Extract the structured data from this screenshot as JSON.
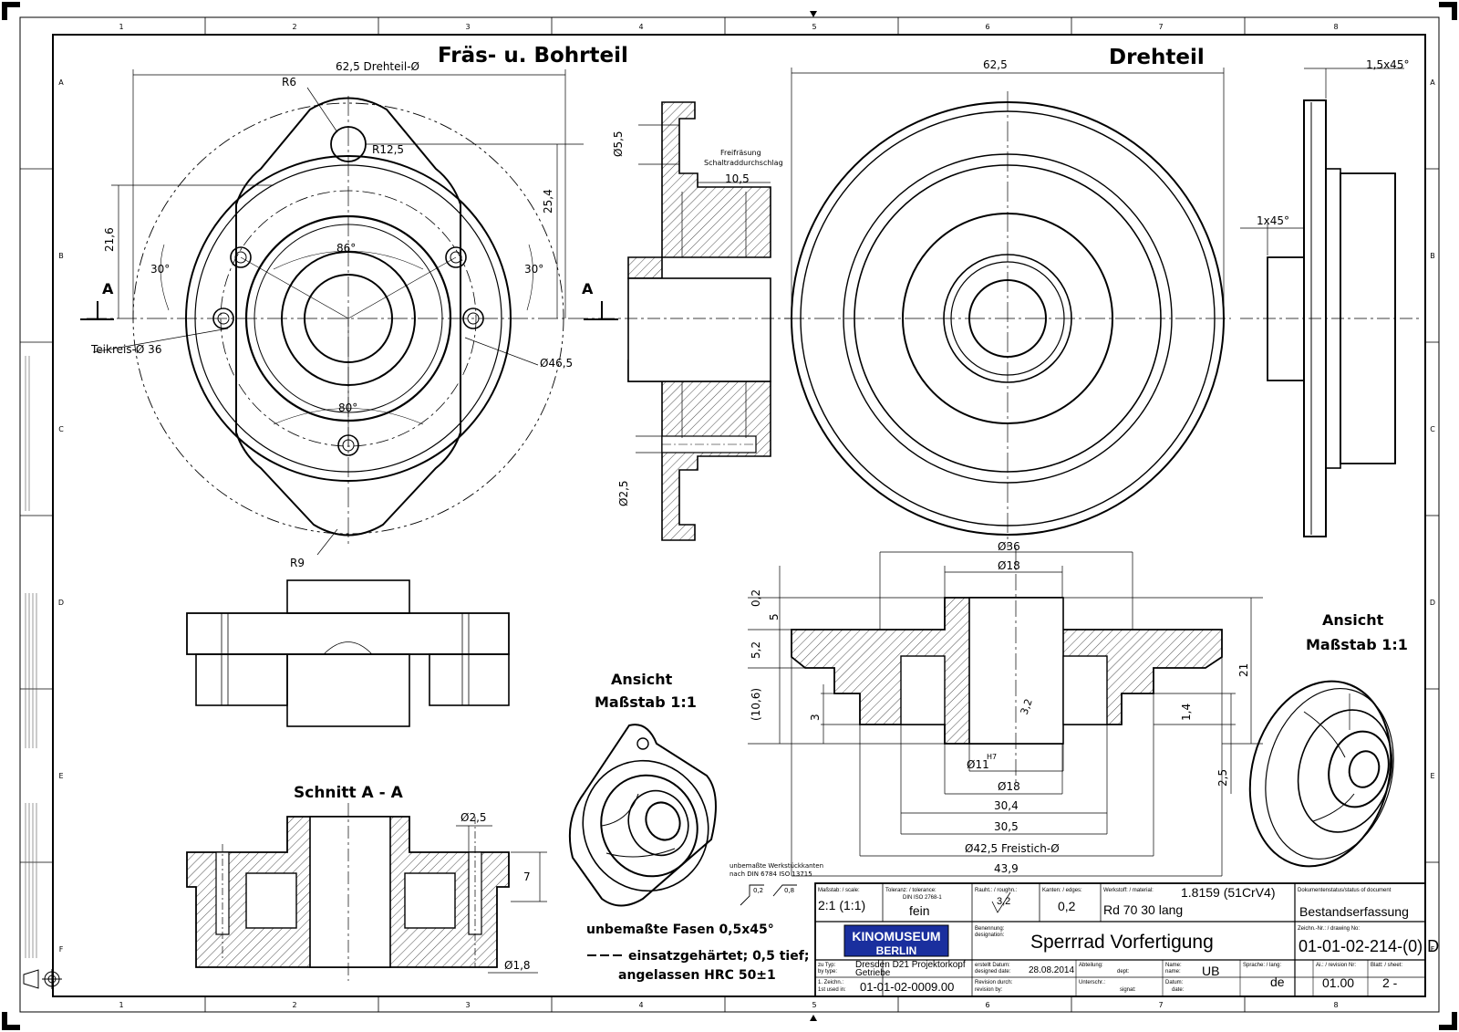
{
  "frame": {
    "col_marks": [
      "1",
      "2",
      "3",
      "4",
      "5",
      "6",
      "7",
      "8"
    ],
    "row_marks": [
      "A",
      "B",
      "C",
      "D",
      "E",
      "F"
    ]
  },
  "views": {
    "fraes_title": "Fräs- u. Bohrteil",
    "dreh_title": "Drehteil",
    "schnitt_title": "Schnitt A - A",
    "ansicht1": [
      "Ansicht",
      "Maßstab 1:1"
    ],
    "ansicht2": [
      "Ansicht",
      "Maßstab 1:1"
    ],
    "section_marker": "A",
    "freifraesung": [
      "Freifräsung",
      "Schaltraddurchschlag"
    ]
  },
  "dims": {
    "d62_5_drehteil": "62,5 Drehteil-Ø",
    "r6": "R6",
    "r12_5": "R12,5",
    "r9": "R9",
    "d21_6": "21,6",
    "d25_4": "25,4",
    "a30_left": "30°",
    "a30_right": "30°",
    "a86": "86°",
    "a80": "80°",
    "teilkreis": "Teikreis-Ø 36",
    "d46_5": "Ø46,5",
    "d5_5": "Ø5,5",
    "d10_5": "10,5",
    "d2_5_side": "Ø2,5",
    "d62_5": "62,5",
    "c1_5": "1,5x45°",
    "c1": "1x45°",
    "d36": "Ø36",
    "d18_top": "Ø18",
    "d0_2": "0,2",
    "d5": "5",
    "d5_2": "5,2",
    "d10_6": "(10,6)",
    "d3": "3",
    "d11": "Ø11",
    "h7": "H7",
    "d18_bot": "Ø18",
    "d30_4": "30,4",
    "d30_5": "30,5",
    "d42_5": "Ø42,5 Freistich-Ø",
    "d43_9": "43,9",
    "d21": "21",
    "d1_4": "1,4",
    "d2_5": "2,5",
    "rough": "3,2",
    "d2_5_sec": "Ø2,5",
    "d7": "7",
    "d1_8": "Ø1,8"
  },
  "notes": {
    "edges_note": [
      "unbemaßte Werkstückkanten",
      "nach DIN 6784  ISO 13715"
    ],
    "edge_val1": "0,2",
    "edge_val2": "0,8",
    "fasen": "unbemaßte Fasen 0,5x45°",
    "hardened": "einsatzgehärtet; 0,5 tief;",
    "tempered": "angelassen HRC 50±1"
  },
  "title_block": {
    "massstab_label": "Maßstab: / scale:",
    "massstab": "2:1 (1:1)",
    "toleranz_label": "Toleranz: / tolerance:",
    "toleranz_norm": "DIN ISO 2768-1",
    "toleranz": "fein",
    "rauht_label": "Rauht.: / roughn.:",
    "rauht": "3,2",
    "kanten_label": "Kanten: / edges:",
    "kanten": "0,2",
    "werkstoff_label": "Werkstoff: / material:",
    "werkstoff": "1.8159 (51CrV4)",
    "werkstoff2": "Rd 70 30 lang",
    "status_label": "Dokumentenstatus/status of document",
    "status": "Bestandserfassung",
    "logo_top": "KINOMUSEUM",
    "logo_bottom": "BERLIN",
    "benennung_label": [
      "Benennung:",
      "designation:"
    ],
    "benennung": "Sperrrad Vorfertigung",
    "zeichnr_label": "Zeichn.-Nr.: / drawing No:",
    "zeichnr": "01-01-02-214-(0) D",
    "zutyp_label": [
      "zu Typ:",
      "by type:"
    ],
    "zutyp": [
      "Dresden D21 Projektorkopf",
      "Getriebe"
    ],
    "erstellt_label": [
      "erstellt Datum:",
      "designed date:"
    ],
    "erstellt": "28.08.2014",
    "abteilung_label": [
      "Abteilung:",
      "dept:"
    ],
    "name_label": [
      "Name:",
      "name:"
    ],
    "name": "UB",
    "sprache_label": "Sprache: / lang:",
    "sprache": "de",
    "rev_label": "Ai.: / revision Nr:",
    "rev": "01.00",
    "blatt_label": "Blatt: / sheet:",
    "blatt": "2 -",
    "erstzeich_label": [
      "1. Zeichn.:",
      "1st used in:"
    ],
    "erstzeich": "01-01-02-0009.00",
    "revdurch_label": [
      "Revision durch:",
      "revision by:"
    ],
    "unterschr_label": [
      "Unterschr.:",
      "signat:"
    ],
    "datum_label": [
      "Datum:",
      "date:"
    ]
  }
}
